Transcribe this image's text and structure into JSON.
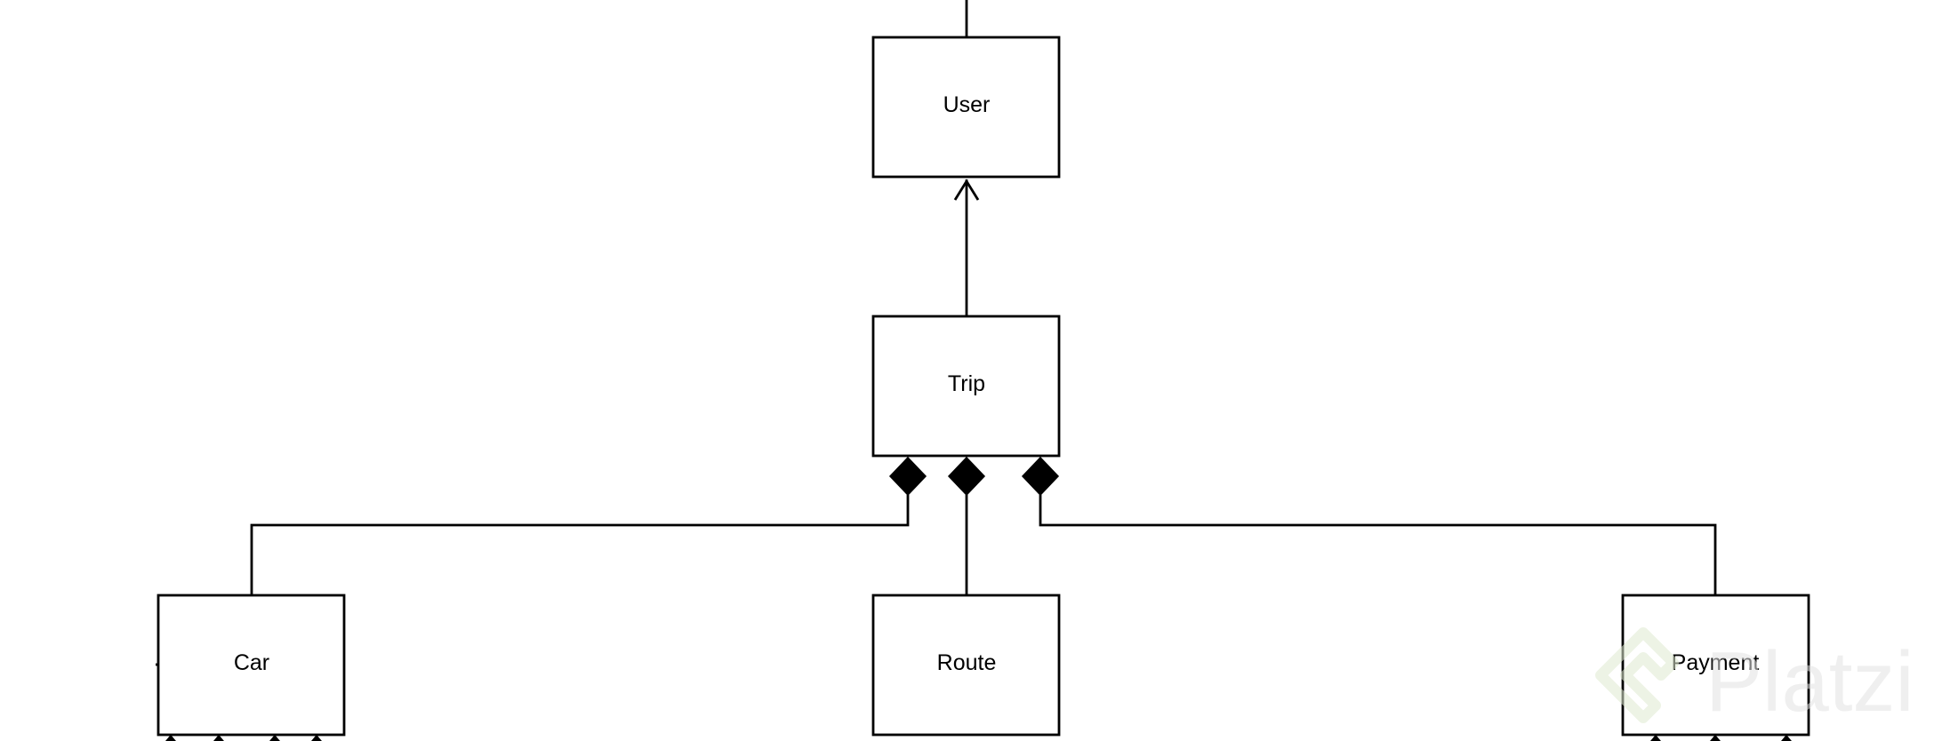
{
  "diagram": {
    "nodes": {
      "user": "User",
      "trip": "Trip",
      "car": "Car",
      "route": "Route",
      "payment": "Payment"
    },
    "relations": [
      {
        "from": "trip",
        "to": "user",
        "kind": "association"
      },
      {
        "from": "car",
        "to": "trip",
        "kind": "composition"
      },
      {
        "from": "route",
        "to": "trip",
        "kind": "composition"
      },
      {
        "from": "payment",
        "to": "trip",
        "kind": "composition"
      }
    ]
  },
  "watermark": {
    "text": "Platzi",
    "color": "#e3ecd6"
  },
  "colors": {
    "stroke": "#000000",
    "background": "#ffffff"
  }
}
